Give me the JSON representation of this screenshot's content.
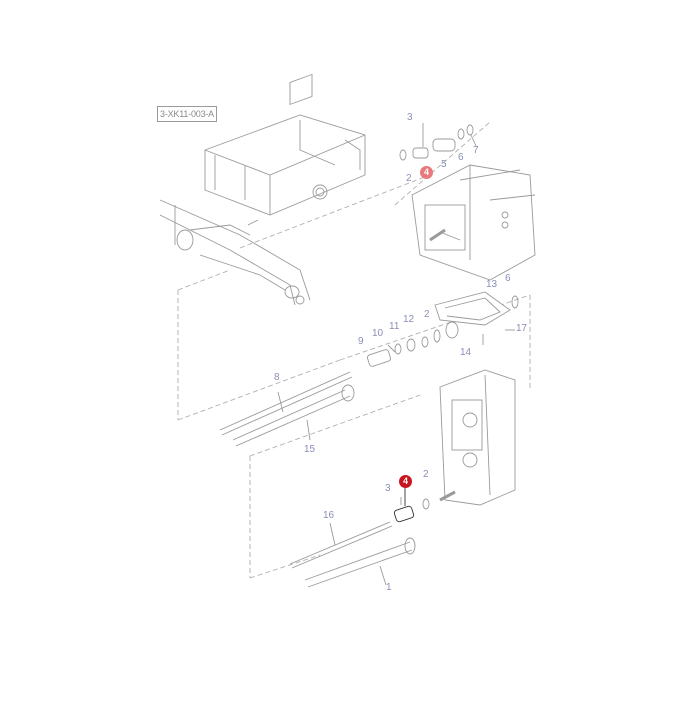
{
  "diagram": {
    "reference_code": "3-XK11-003-A",
    "highlight_color": "#c8141e",
    "line_color": "#9a9a9a",
    "callout_color": "#8a8fb8",
    "assemblies": [
      {
        "name": "front-axle-support-frame"
      },
      {
        "name": "front-axle-beam"
      },
      {
        "name": "front-gearbox-housing"
      },
      {
        "name": "rear-gearbox-housing"
      }
    ],
    "callouts": [
      {
        "id": "c3a",
        "label": "3"
      },
      {
        "id": "c2a",
        "label": "2"
      },
      {
        "id": "c4a",
        "label": "4"
      },
      {
        "id": "c5",
        "label": "5"
      },
      {
        "id": "c6a",
        "label": "6"
      },
      {
        "id": "c7",
        "label": "7"
      },
      {
        "id": "c13",
        "label": "13"
      },
      {
        "id": "c6b",
        "label": "6"
      },
      {
        "id": "c17",
        "label": "17"
      },
      {
        "id": "c14",
        "label": "14"
      },
      {
        "id": "c9",
        "label": "9"
      },
      {
        "id": "c10",
        "label": "10"
      },
      {
        "id": "c11",
        "label": "11"
      },
      {
        "id": "c12",
        "label": "12"
      },
      {
        "id": "c2b",
        "label": "2"
      },
      {
        "id": "c8",
        "label": "8"
      },
      {
        "id": "c15",
        "label": "15"
      },
      {
        "id": "c3b",
        "label": "3"
      },
      {
        "id": "c4b",
        "label": "4"
      },
      {
        "id": "c2c",
        "label": "2"
      },
      {
        "id": "c16",
        "label": "16"
      },
      {
        "id": "c1",
        "label": "1"
      }
    ]
  }
}
